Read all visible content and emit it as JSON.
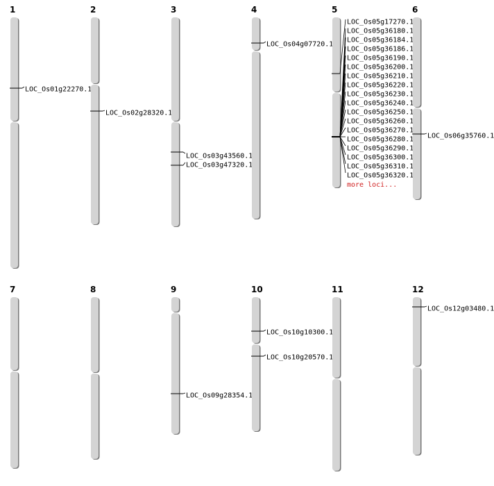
{
  "chromosomes": [
    {
      "label": "1",
      "loci": [
        "LOC_Os01g22270.1"
      ]
    },
    {
      "label": "2",
      "loci": [
        "LOC_Os02g28320.1"
      ]
    },
    {
      "label": "3",
      "loci": [
        "LOC_Os03g43560.1",
        "LOC_Os03g47320.1"
      ]
    },
    {
      "label": "4",
      "loci": [
        "LOC_Os04g07720.1"
      ]
    },
    {
      "label": "5",
      "loci": [
        "LOC_Os05g17270.1",
        "LOC_Os05g36180.1",
        "LOC_Os05g36184.1",
        "LOC_Os05g36186.1",
        "LOC_Os05g36190.1",
        "LOC_Os05g36200.1",
        "LOC_Os05g36210.1",
        "LOC_Os05g36220.1",
        "LOC_Os05g36230.1",
        "LOC_Os05g36240.1",
        "LOC_Os05g36250.1",
        "LOC_Os05g36260.1",
        "LOC_Os05g36270.1",
        "LOC_Os05g36280.1",
        "LOC_Os05g36290.1",
        "LOC_Os05g36300.1",
        "LOC_Os05g36310.1",
        "LOC_Os05g36320.1"
      ],
      "more": "more loci..."
    },
    {
      "label": "6",
      "loci": [
        "LOC_Os06g35760.1"
      ]
    },
    {
      "label": "7",
      "loci": []
    },
    {
      "label": "8",
      "loci": []
    },
    {
      "label": "9",
      "loci": [
        "LOC_Os09g28354.1"
      ]
    },
    {
      "label": "10",
      "loci": [
        "LOC_Os10g10300.1",
        "LOC_Os10g20570.1"
      ]
    },
    {
      "label": "11",
      "loci": []
    },
    {
      "label": "12",
      "loci": [
        "LOC_Os12g03480.1"
      ]
    }
  ],
  "colors": {
    "chromosome": "#d4d4d4",
    "shadow": "#777777",
    "marker": "#000000",
    "more": "#d02020"
  }
}
